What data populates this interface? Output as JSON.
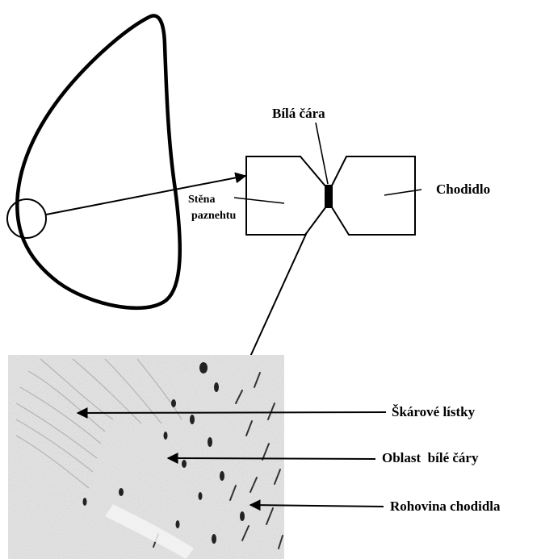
{
  "labels": {
    "white_line": "Bílá čára",
    "sole": "Chodidlo",
    "hoof_wall_line1": "Stěna",
    "hoof_wall_line2": "paznehtu",
    "horn_lamellae": "Škárové lístky",
    "white_line_region": "Oblast  bílé čáry",
    "sole_horn": "Rohovina chodidla"
  },
  "colors": {
    "ink": "#000000",
    "micrograph_background": "#e6e6e6",
    "micrograph_texture": "#9a9a9a"
  }
}
